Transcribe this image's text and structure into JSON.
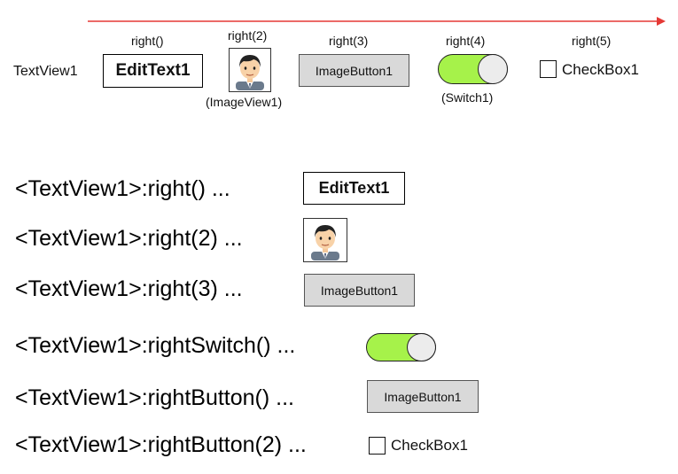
{
  "colors": {
    "arrow": "#e53935",
    "switch_on": "#a6f24a",
    "button_gray": "#d9d9d9"
  },
  "top_row": {
    "textview": "TextView1",
    "labels": {
      "edit": "right()",
      "image": "right(2)",
      "imagebutton": "right(3)",
      "switch": "right(4)",
      "checkbox": "right(5)"
    },
    "edittext": "EditText1",
    "imageview_caption": "(ImageView1)",
    "imagebutton": "ImageButton1",
    "switch_caption": "(Switch1)",
    "checkbox": "CheckBox1",
    "avatar_icon": "person-avatar-icon"
  },
  "examples": [
    {
      "code": "<TextView1>:right() ...",
      "widget": "EditText1"
    },
    {
      "code": "<TextView1>:right(2) ...",
      "widget": "avatar"
    },
    {
      "code": "<TextView1>:right(3) ...",
      "widget": "ImageButton1"
    },
    {
      "code": "<TextView1>:rightSwitch() ...",
      "widget": "switch"
    },
    {
      "code": "<TextView1>:rightButton() ...",
      "widget": "ImageButton1"
    },
    {
      "code": "<TextView1>:rightButton(2) ...",
      "widget": "CheckBox1"
    }
  ]
}
